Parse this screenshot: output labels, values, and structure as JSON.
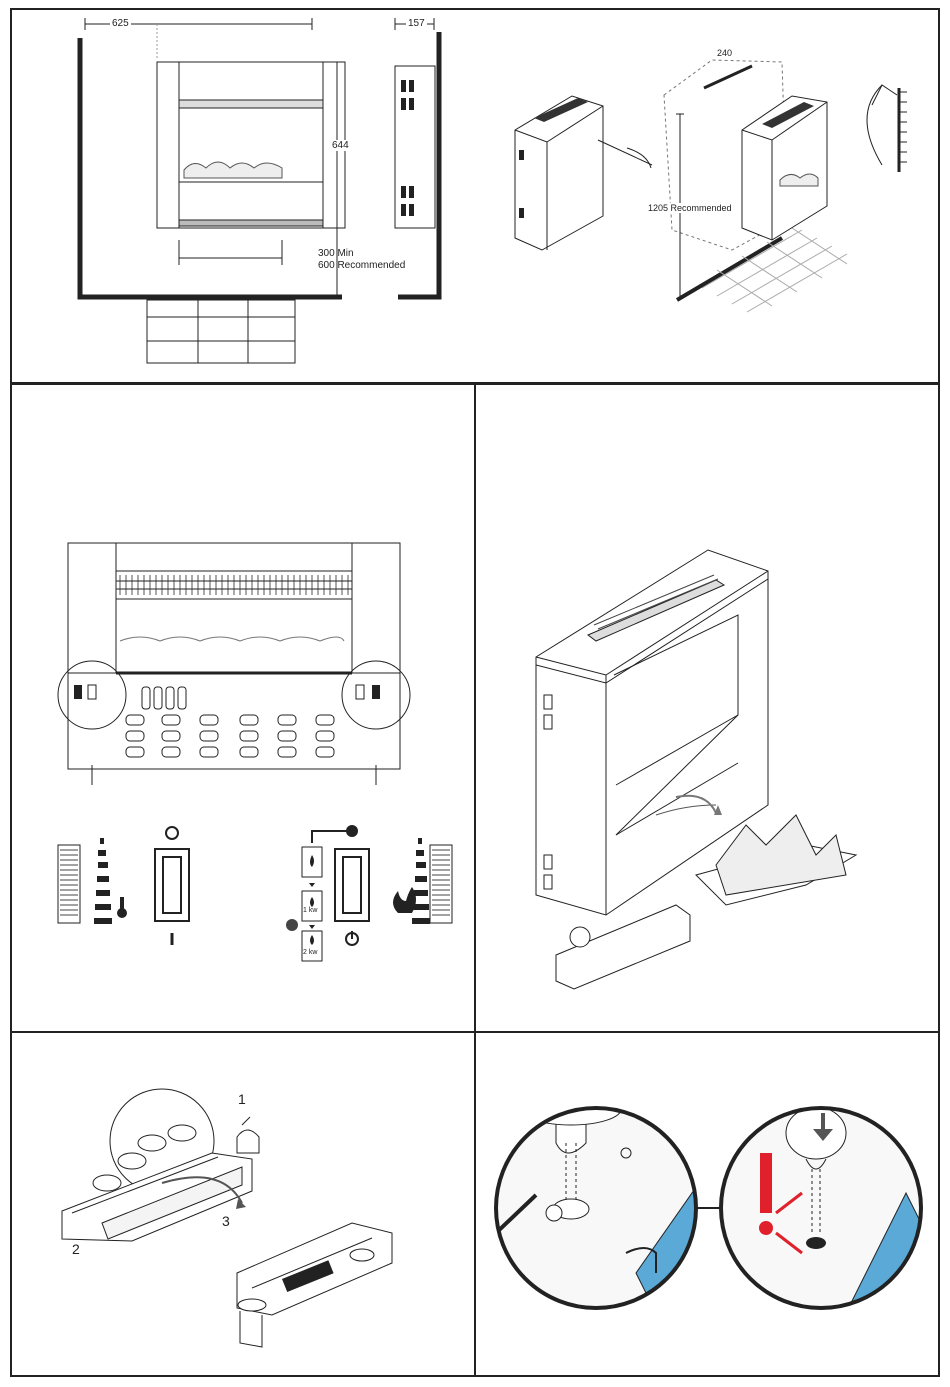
{
  "panel1": {
    "dims": {
      "width": "625",
      "depth": "157",
      "height": "644",
      "clearance_min": "300 Min",
      "clearance_rec": "600 Recommended"
    },
    "install": {
      "bracket_width": "240",
      "mount_height": "1205 Recommended"
    }
  },
  "panel2": {
    "power_kw_1": "1 kw",
    "power_kw_2": "2 kw"
  },
  "panel4": {
    "step_1": "1",
    "step_2": "2",
    "step_3": "3"
  },
  "colors": {
    "line": "#222222",
    "accent_blue": "#5aa9d6",
    "warning_red": "#e0202a"
  }
}
